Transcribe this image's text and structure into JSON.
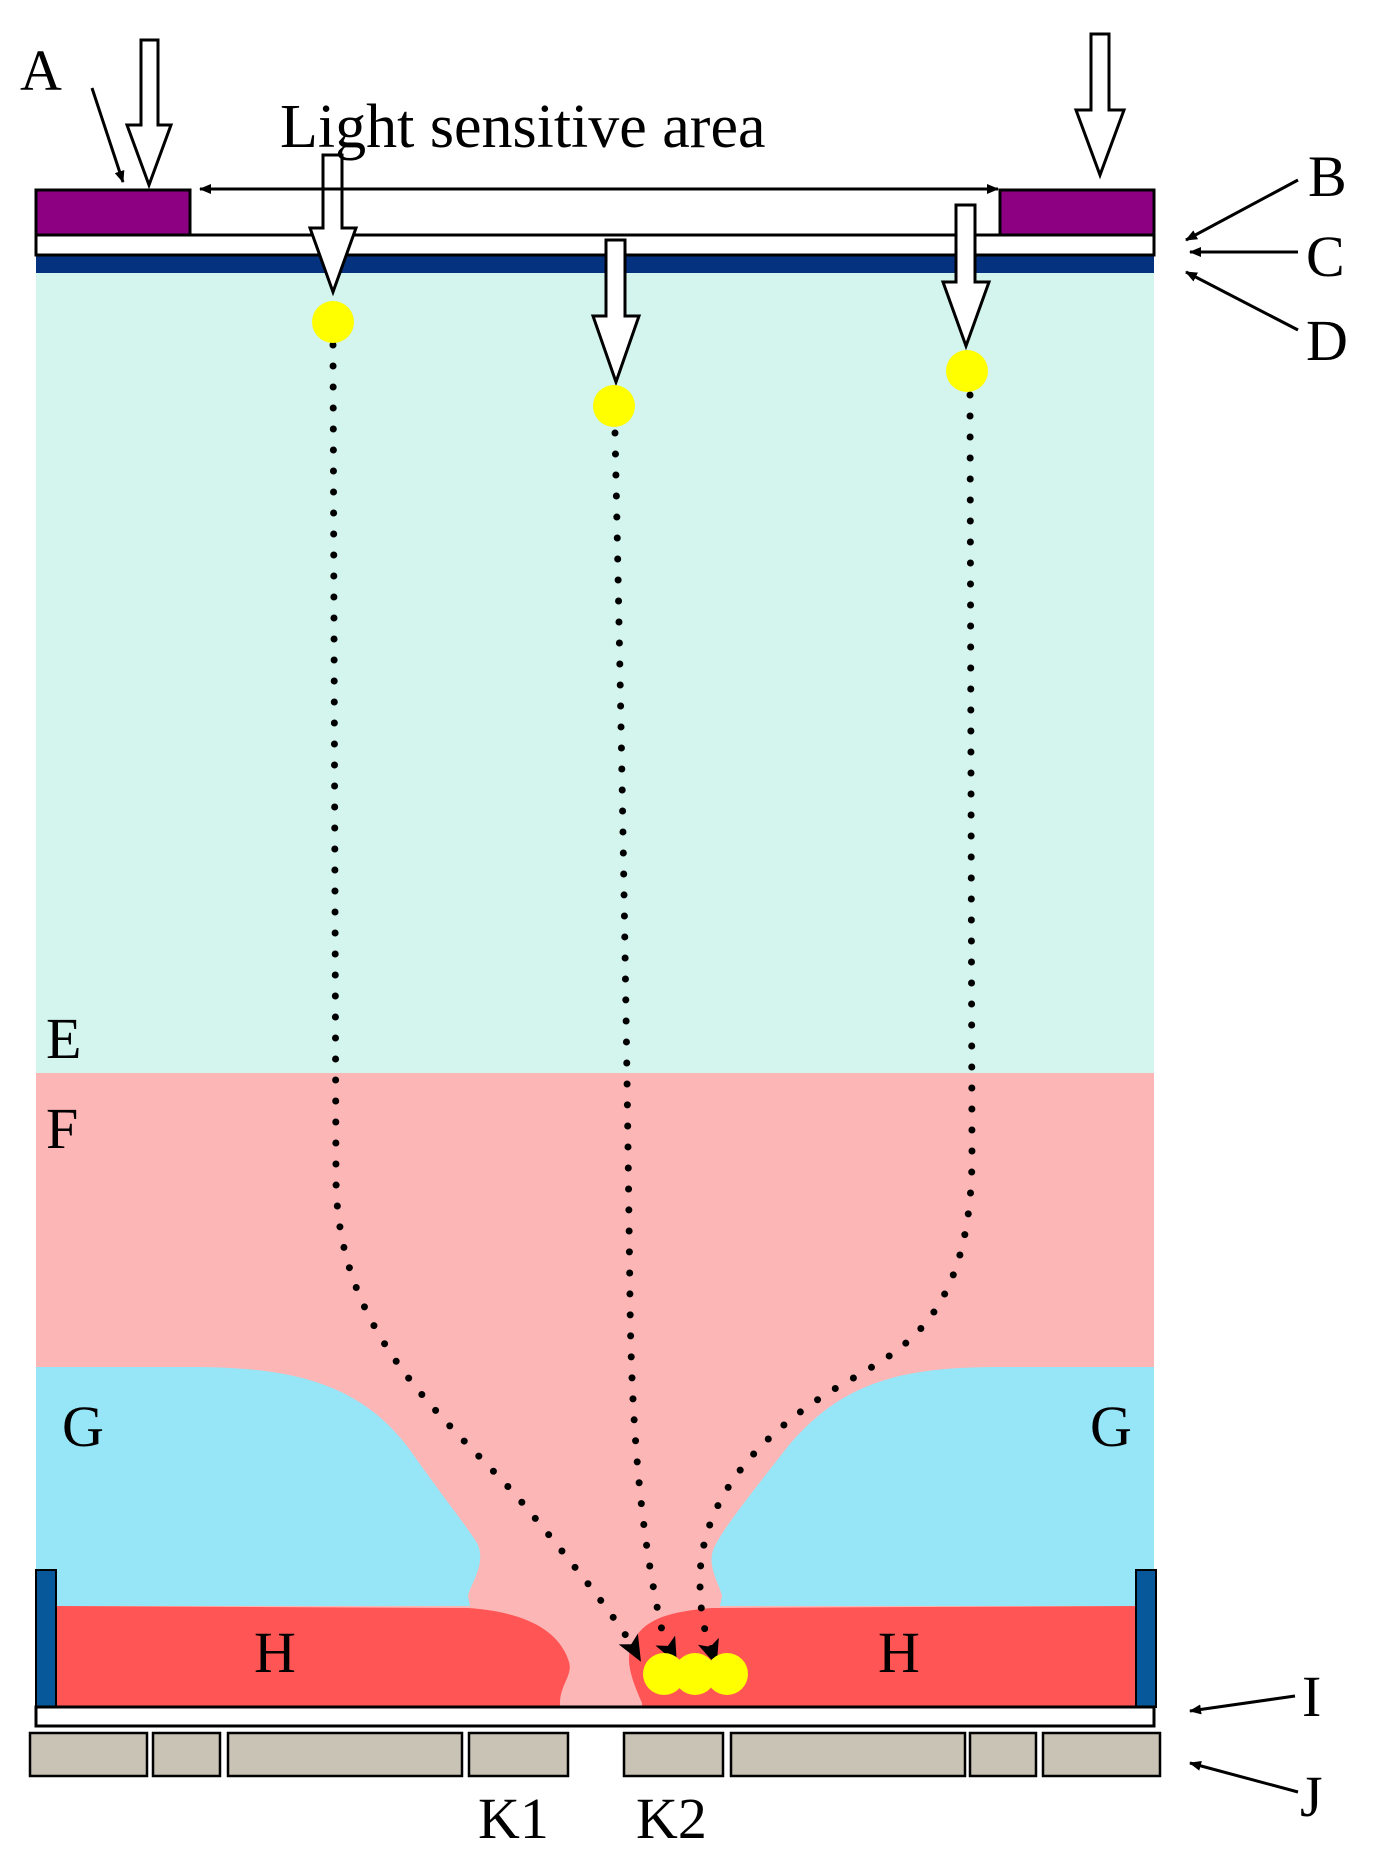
{
  "title": "Light sensitive area",
  "labels": {
    "A": "A",
    "B": "B",
    "C": "C",
    "D": "D",
    "E": "E",
    "F": "F",
    "G": "G",
    "H": "H",
    "I": "I",
    "J": "J",
    "K1": "K1",
    "K2": "K2"
  },
  "colors": {
    "top_contact": "#8e0082",
    "window_layer": "#ffffff",
    "top_layer": "#05327f",
    "layer_E": "#d4f4ee",
    "layer_F": "#fcb6b6",
    "region_G": "#96e6f8",
    "region_H": "#ff5655",
    "side_wall": "#07589a",
    "carrier_dot": "#ffff00",
    "bottom_pad": "#c8c3b4"
  }
}
